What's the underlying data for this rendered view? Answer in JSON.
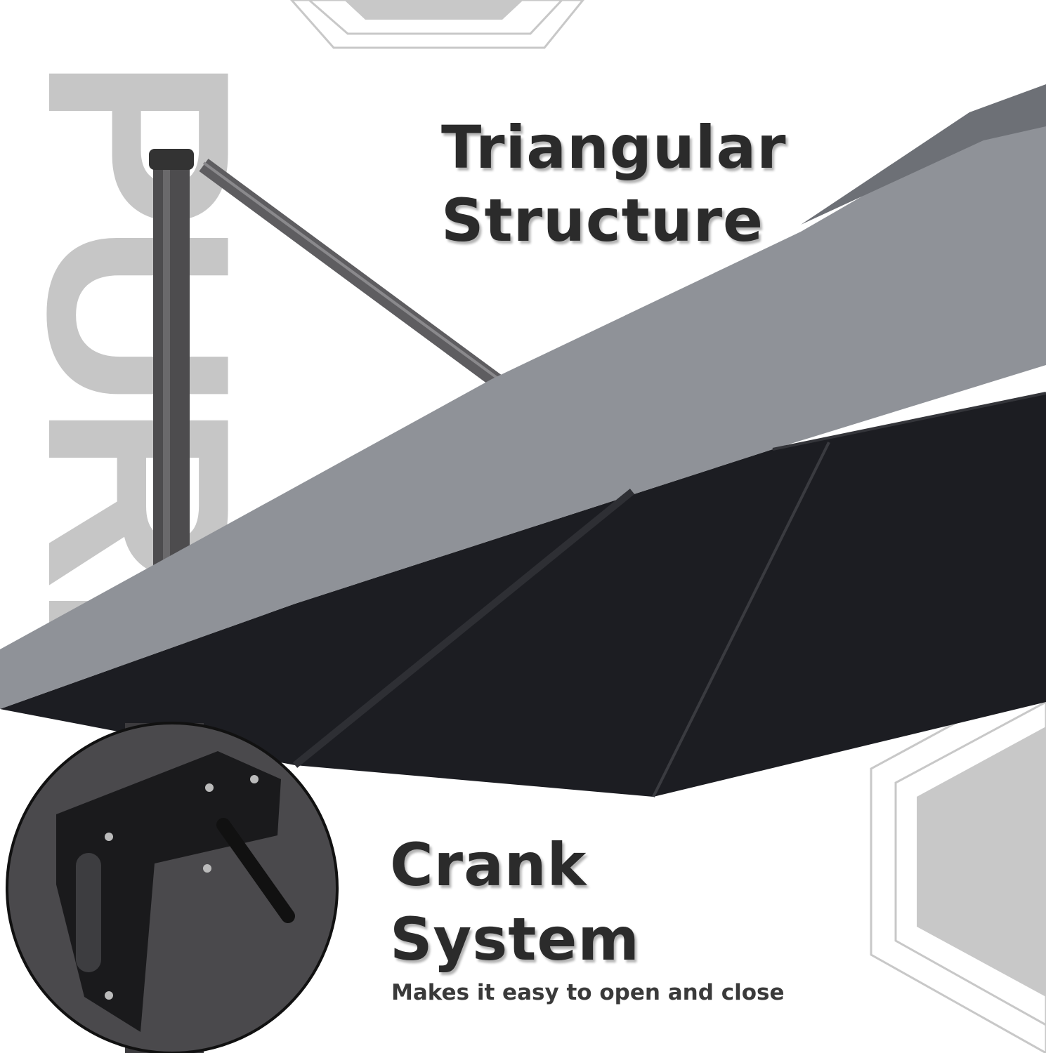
{
  "watermark": "PURP",
  "features": [
    {
      "title_line1": "Triangular",
      "title_line2": "Structure"
    },
    {
      "title_line1": "Crank",
      "title_line2": "System",
      "caption": "Makes it easy to open and close"
    }
  ],
  "colors": {
    "canopy_top": "#8f9298",
    "canopy_under": "#1c1d22",
    "pole": "#4a4a4c",
    "hexagon": "#c8c8c8",
    "text": "#2b2b2b"
  }
}
